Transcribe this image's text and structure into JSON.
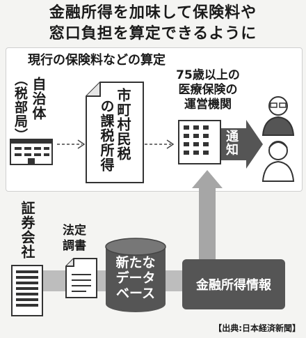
{
  "title": {
    "line1": "金融所得を加味して保険料や",
    "line2": "窓口負担を算定できるように"
  },
  "current_section": {
    "label": "現行の保険料などの算定",
    "municipality": {
      "name": "自治体",
      "sub": "（税部局）"
    },
    "tax_doc": {
      "line1": "市町村民税",
      "line2": "の課税所得"
    },
    "insurer": {
      "line1": "75歳以上の",
      "line2": "医療保険の",
      "line3": "運営機関"
    },
    "notify": "通知"
  },
  "lower_section": {
    "securities": "証券会社",
    "statutory_doc": {
      "line1": "法定",
      "line2": "調書"
    },
    "database": {
      "line1": "新たな",
      "line2": "データ",
      "line3": "ベース"
    },
    "financial_info": "金融所得情報"
  },
  "credit": "【出典:日本経済新聞】",
  "colors": {
    "dark_box": "#555555",
    "arrow_gray": "#a6a6a6",
    "panel_bg": "#ffffff",
    "page_bg": "#f4f4f2"
  }
}
